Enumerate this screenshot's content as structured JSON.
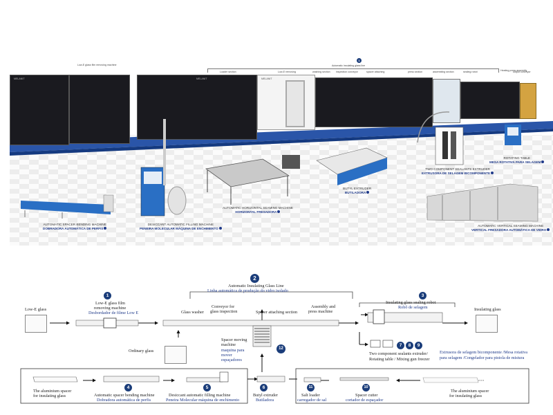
{
  "photo": {
    "top_callout": "Automatic insulating glass line",
    "left_callout": "Low-E glass film removing machine",
    "right_callout": "Heating press assembly",
    "stations": [
      "Loader section",
      "Low-E removing",
      "washing section",
      "inspection conveyor",
      "spacer attaching",
      "press section",
      "assembling section",
      "sealing robot",
      "output conveyor"
    ],
    "panel_brand": "MELANIT",
    "machines": [
      {
        "en": "AUTOMATIC SPACER BENDING MACHINE",
        "pt": "DOBRADORA AUTOMÁTICA DE PERFIS"
      },
      {
        "en": "DESICCANT AUTOMATIC FILLING MACHINE",
        "pt": "PENEIRA MOLECULAR MÁQUINA DE ENCHIMENTO"
      },
      {
        "en": "AUTOMATIC HORIZONTAL SEAMING MACHINE",
        "pt": "HORIZONTAL FRESADORA"
      },
      {
        "en": "BUTYL EXTRUDER",
        "pt": "BUTILADORA"
      },
      {
        "en": "TWO COMPONENT SEALANTS EXTRUDER",
        "pt": "EXTRUSORA DE SELAGEM BICOMPONENTE"
      },
      {
        "en": "ROTATING TABLE",
        "pt": "MESA ROTATIVA PARA SELAGEM"
      },
      {
        "en": "AUTOMATIC VERTICAL SEAMING MACHINE",
        "pt": "VERTICAL FRESADORA AUTOMÁTICA DE VIDRO"
      }
    ]
  },
  "diagram": {
    "line": {
      "num": "2",
      "en": "Automatic Insulating Glass Line",
      "pt": "Linha automática de produção do vidro isolado"
    },
    "lowe_glass": "Low-E glass",
    "film": {
      "num": "1",
      "en1": "Low-E glass film",
      "en2": "removing machine",
      "pt": "Desbordador de filme Low E"
    },
    "glass_washer": "Glass washer",
    "conveyor": {
      "l1": "Conveyor for",
      "l2": "glass inspection"
    },
    "spacer_attach": "Spacer attaching section",
    "assembly": {
      "l1": "Assembly and",
      "l2": "press machine"
    },
    "robot": {
      "num": "3",
      "en": "Insulating glass sealing robot",
      "pt": "Robô de selagem"
    },
    "insulating_glass": "Insulating glass",
    "ordinary_glass": "Ordinary glass",
    "spacer_moving": {
      "num": "12",
      "l1": "Spacer moving",
      "l2": "machine",
      "pt1": "maquina para",
      "pt2": "mover",
      "pt3": "espaçadores"
    },
    "sealants": {
      "nums": [
        "7",
        "8",
        "9"
      ],
      "en1": "Two component  sealants  extruder/",
      "en2": "Rotating  table / Mixing  gun  freezer",
      "pt1": "Extrusora de selagem bicomponente /Mesa rotativa",
      "pt2": "para selagem /Congelador para pistola de mistura"
    },
    "aluminium_left": {
      "l1": "The aluminium spacer",
      "l2": "for  insulating  glass"
    },
    "bending": {
      "num": "4",
      "en": "Automatic  spacer  bending  machine",
      "pt": "Dobradora automática de perfis"
    },
    "desiccant": {
      "num": "5",
      "en": "Desiccant automatic  filling  machine",
      "pt": "Peneira Molecular máquina de enchimento"
    },
    "butyl": {
      "num": "6",
      "en": "Butyl  extruder",
      "pt": "Butiladora"
    },
    "salt": {
      "num": "11",
      "en": "Salt loader",
      "pt": "carregador de sal"
    },
    "cutter": {
      "num": "10",
      "en": "Spacer cutter",
      "pt": "cortador de espaçador"
    },
    "aluminium_right": {
      "l1": "The aluminium spacer",
      "l2": "for  insulating  glass"
    }
  },
  "colors": {
    "brand_blue": "#1f3a8a",
    "frame_blue": "#2a55a8",
    "panel_dark": "#1a1a1f"
  }
}
